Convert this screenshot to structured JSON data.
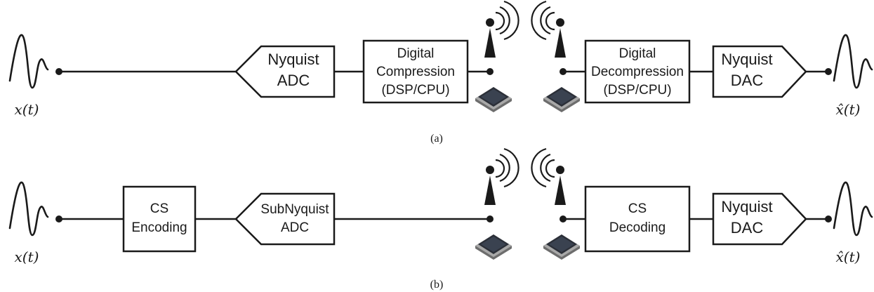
{
  "panel_a": {
    "caption": "(a)",
    "input_signal": "x(t)",
    "output_signal": "x̂(t)",
    "adc": {
      "line1": "Nyquist",
      "line2": "ADC"
    },
    "compression": {
      "line1": "Digital",
      "line2": "Compression",
      "line3": "(DSP/CPU)"
    },
    "decompression": {
      "line1": "Digital",
      "line2": "Decompression",
      "line3": "(DSP/CPU)"
    },
    "dac": {
      "line1": "Nyquist",
      "line2": "DAC"
    }
  },
  "panel_b": {
    "caption": "(b)",
    "input_signal": "x(t)",
    "output_signal": "x̂(t)",
    "encoding": {
      "line1": "CS",
      "line2": "Encoding"
    },
    "adc": {
      "line1": "SubNyquist",
      "line2": "ADC"
    },
    "decoding": {
      "line1": "CS",
      "line2": "Decoding"
    },
    "dac": {
      "line1": "Nyquist",
      "line2": "DAC"
    }
  },
  "icons": [
    "waveform-icon",
    "antenna-icon",
    "chip-icon"
  ],
  "colors": {
    "ink": "#1a1a1a",
    "chip": "#2b2f38",
    "chip_pins": "#a8a8a8",
    "chip_face": "#3a4250"
  }
}
